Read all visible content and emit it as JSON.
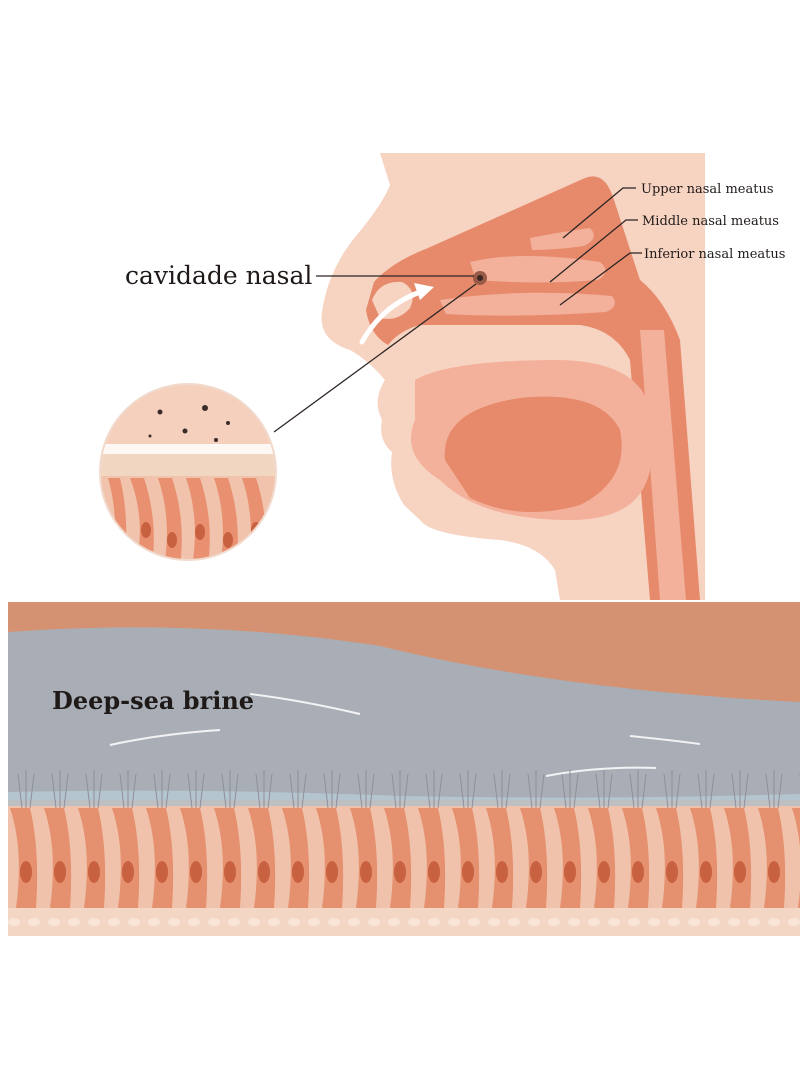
{
  "labels": {
    "main": "cavidade nasal",
    "upper": "Upper nasal meatus",
    "middle": "Middle nasal meatus",
    "inferior": "Inferior nasal meatus",
    "brine": "Deep-sea brine"
  },
  "colors": {
    "skin": "#f6c9b4",
    "tissue": "#e8896a",
    "deep_tissue": "#d9735b",
    "brine": "#a9aeb6",
    "fluid": "#b7cbd6",
    "cell": "#e5906e",
    "nucleus": "#c8613f",
    "band": "#d49272"
  }
}
